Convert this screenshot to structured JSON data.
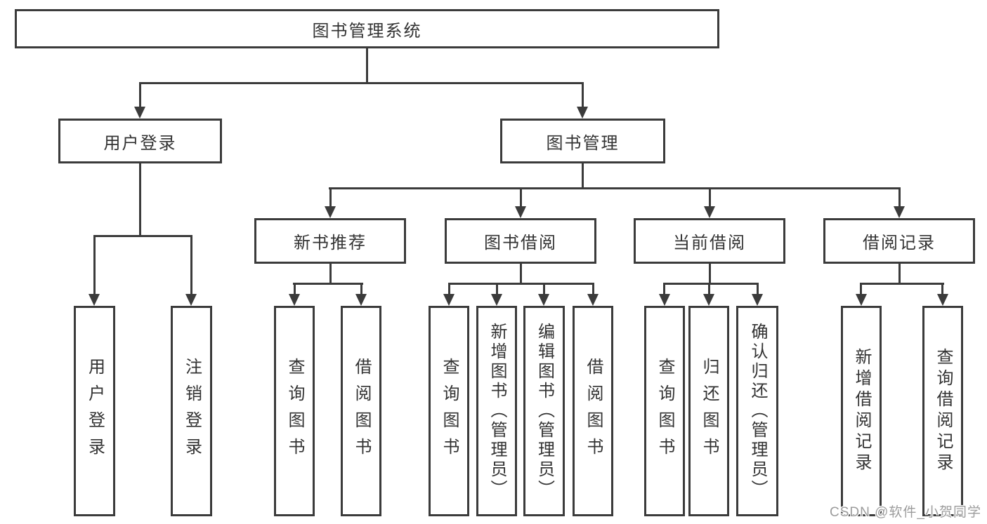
{
  "tree": {
    "root": {
      "label": "图书管理系统"
    },
    "branches": [
      {
        "label": "用户登录",
        "children": [
          {
            "label": "用户登录"
          },
          {
            "label": "注销登录"
          }
        ]
      },
      {
        "label": "图书管理",
        "children": [
          {
            "label": "新书推荐",
            "children": [
              {
                "label": "查询图书"
              },
              {
                "label": "借阅图书"
              }
            ]
          },
          {
            "label": "图书借阅",
            "children": [
              {
                "label": "查询图书"
              },
              {
                "label": "新增图书（管理员）"
              },
              {
                "label": "编辑图书（管理员）"
              },
              {
                "label": "借阅图书"
              }
            ]
          },
          {
            "label": "当前借阅",
            "children": [
              {
                "label": "查询图书"
              },
              {
                "label": "归还图书"
              },
              {
                "label": "确认归还（管理员）"
              }
            ]
          },
          {
            "label": "借阅记录",
            "children": [
              {
                "label": "新增借阅记录"
              },
              {
                "label": "查询借阅记录"
              }
            ]
          }
        ]
      }
    ]
  },
  "watermark": {
    "text": "CSDN @软件_小贺同学"
  },
  "colors": {
    "line": "#3b3b3b",
    "text": "#333333",
    "background": "#ffffff",
    "watermark": "#9c9c9c"
  }
}
